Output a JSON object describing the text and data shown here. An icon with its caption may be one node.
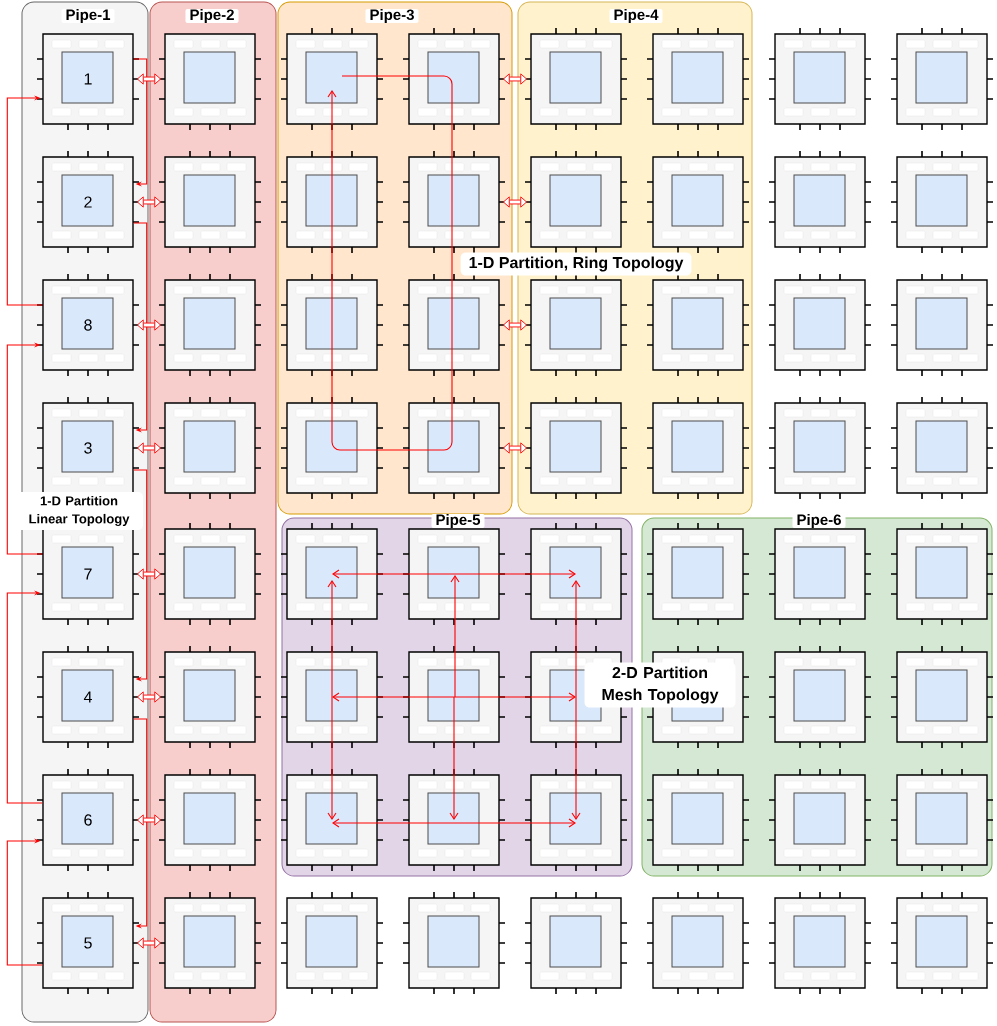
{
  "diagram": {
    "nodes": [
      {
        "text": [
          "Pipe-1"
        ]
      },
      {
        "text": [
          "Pipe-2"
        ]
      },
      {
        "text": [
          "Pipe-3"
        ]
      },
      {
        "text": [
          "Pipe-4"
        ]
      },
      {
        "text": [
          "Pipe-5"
        ]
      },
      {
        "text": [
          "Pipe-6"
        ]
      },
      {
        "text": [
          "1"
        ],
        "in": 0
      },
      {
        "text": [],
        "shape": "chip",
        "in": 1
      },
      {
        "text": [],
        "shape": "chip",
        "in": 2
      },
      {
        "text": [],
        "shape": "chip",
        "in": 2
      },
      {
        "text": [],
        "shape": "chip",
        "in": 3
      },
      {
        "text": [],
        "shape": "chip",
        "in": 3
      },
      {
        "text": [],
        "shape": "chip"
      },
      {
        "text": [],
        "shape": "chip"
      },
      {
        "text": [
          "2"
        ],
        "in": 0
      },
      {
        "text": [],
        "shape": "chip",
        "in": 1
      },
      {
        "text": [],
        "shape": "chip",
        "in": 2
      },
      {
        "text": [],
        "shape": "chip",
        "in": 2
      },
      {
        "text": [],
        "shape": "chip",
        "in": 3
      },
      {
        "text": [],
        "shape": "chip",
        "in": 3
      },
      {
        "text": [],
        "shape": "chip"
      },
      {
        "text": [],
        "shape": "chip"
      },
      {
        "text": [
          "8"
        ],
        "in": 0
      },
      {
        "text": [],
        "shape": "chip",
        "in": 1
      },
      {
        "text": [],
        "shape": "chip",
        "in": 2
      },
      {
        "text": [],
        "shape": "chip",
        "in": 2
      },
      {
        "text": [],
        "shape": "chip",
        "in": 3
      },
      {
        "text": [],
        "shape": "chip",
        "in": 3
      },
      {
        "text": [],
        "shape": "chip"
      },
      {
        "text": [],
        "shape": "chip"
      },
      {
        "text": [
          "3"
        ],
        "in": 0
      },
      {
        "text": [],
        "shape": "chip",
        "in": 1
      },
      {
        "text": [],
        "shape": "chip",
        "in": 2
      },
      {
        "text": [],
        "shape": "chip",
        "in": 2
      },
      {
        "text": [],
        "shape": "chip",
        "in": 3
      },
      {
        "text": [],
        "shape": "chip",
        "in": 3
      },
      {
        "text": [],
        "shape": "chip"
      },
      {
        "text": [],
        "shape": "chip"
      },
      {
        "text": [
          "7"
        ],
        "in": 0
      },
      {
        "text": [],
        "shape": "chip",
        "in": 1
      },
      {
        "text": [],
        "shape": "chip",
        "in": 4
      },
      {
        "text": [],
        "shape": "chip",
        "in": 4
      },
      {
        "text": [],
        "shape": "chip",
        "in": 4
      },
      {
        "text": [],
        "shape": "chip",
        "in": 5
      },
      {
        "text": [],
        "shape": "chip",
        "in": 5
      },
      {
        "text": [],
        "shape": "chip",
        "in": 5
      },
      {
        "text": [
          "4"
        ],
        "in": 0
      },
      {
        "text": [],
        "shape": "chip",
        "in": 1
      },
      {
        "text": [],
        "shape": "chip",
        "in": 4
      },
      {
        "text": [],
        "shape": "chip",
        "in": 4
      },
      {
        "text": [],
        "shape": "chip",
        "in": 4
      },
      {
        "text": [],
        "shape": "chip",
        "in": 5
      },
      {
        "text": [],
        "shape": "chip",
        "in": 5
      },
      {
        "text": [],
        "shape": "chip",
        "in": 5
      },
      {
        "text": [
          "6"
        ],
        "in": 0
      },
      {
        "text": [],
        "shape": "chip",
        "in": 1
      },
      {
        "text": [],
        "shape": "chip",
        "in": 4
      },
      {
        "text": [],
        "shape": "chip",
        "in": 4
      },
      {
        "text": [],
        "shape": "chip",
        "in": 4
      },
      {
        "text": [],
        "shape": "chip",
        "in": 5
      },
      {
        "text": [],
        "shape": "chip",
        "in": 5
      },
      {
        "text": [],
        "shape": "chip",
        "in": 5
      },
      {
        "text": [
          "5"
        ],
        "in": 0
      },
      {
        "text": [],
        "shape": "chip",
        "in": 1
      },
      {
        "text": [],
        "shape": "chip"
      },
      {
        "text": [],
        "shape": "chip"
      },
      {
        "text": [],
        "shape": "chip"
      },
      {
        "text": [],
        "shape": "chip"
      },
      {
        "text": [],
        "shape": "chip"
      },
      {
        "text": [],
        "shape": "chip"
      },
      {
        "text": [
          "1-D Partition Linear Topology"
        ],
        "in": 0
      },
      {
        "text": [
          "1-D Partition, Ring Topology"
        ]
      },
      {
        "text": [
          "2-D Partition Mesh Topology"
        ]
      }
    ],
    "edges": [
      {
        "from": 6,
        "to": 14,
        "arrow": "to"
      },
      {
        "from": 14,
        "to": 30,
        "arrow": "to"
      },
      {
        "from": 30,
        "to": 46,
        "arrow": "to"
      },
      {
        "from": 46,
        "to": 62,
        "arrow": "to"
      },
      {
        "from": 62,
        "to": 54,
        "arrow": "to"
      },
      {
        "from": 54,
        "to": 38,
        "arrow": "to"
      },
      {
        "from": 38,
        "to": 22,
        "arrow": "to"
      },
      {
        "from": 22,
        "to": 6,
        "arrow": "to"
      },
      {
        "from": 6,
        "to": 7,
        "arrow": "both",
        "style": "thick"
      },
      {
        "from": 14,
        "to": 15,
        "arrow": "both",
        "style": "thick"
      },
      {
        "from": 22,
        "to": 23,
        "arrow": "both",
        "style": "thick"
      },
      {
        "from": 30,
        "to": 31,
        "arrow": "both",
        "style": "thick"
      },
      {
        "from": 38,
        "to": 39,
        "arrow": "both",
        "style": "thick"
      },
      {
        "from": 46,
        "to": 47,
        "arrow": "both",
        "style": "thick"
      },
      {
        "from": 54,
        "to": 55,
        "arrow": "both",
        "style": "thick"
      },
      {
        "from": 62,
        "to": 63,
        "arrow": "both",
        "style": "thick"
      },
      {
        "from": 9,
        "to": 10,
        "arrow": "both",
        "style": "thick"
      },
      {
        "from": 17,
        "to": 18,
        "arrow": "both",
        "style": "thick"
      },
      {
        "from": 25,
        "to": 26,
        "arrow": "both",
        "style": "thick"
      },
      {
        "from": 33,
        "to": 34,
        "arrow": "both",
        "style": "thick"
      },
      {
        "from": 8,
        "to": 9,
        "arrow": "none"
      },
      {
        "from": 9,
        "to": 17,
        "arrow": "none"
      },
      {
        "from": 17,
        "to": 25,
        "arrow": "none"
      },
      {
        "from": 25,
        "to": 33,
        "arrow": "none"
      },
      {
        "from": 33,
        "to": 32,
        "arrow": "none"
      },
      {
        "from": 32,
        "to": 24,
        "arrow": "none"
      },
      {
        "from": 24,
        "to": 16,
        "arrow": "none"
      },
      {
        "from": 16,
        "to": 8,
        "arrow": "to"
      },
      {
        "from": 41,
        "to": 40,
        "arrow": "to"
      },
      {
        "from": 41,
        "to": 42,
        "arrow": "to"
      },
      {
        "from": 49,
        "to": 48,
        "arrow": "to"
      },
      {
        "from": 49,
        "to": 50,
        "arrow": "to"
      },
      {
        "from": 57,
        "to": 56,
        "arrow": "to"
      },
      {
        "from": 57,
        "to": 58,
        "arrow": "to"
      },
      {
        "from": 48,
        "to": 40,
        "arrow": "to"
      },
      {
        "from": 48,
        "to": 56,
        "arrow": "to"
      },
      {
        "from": 49,
        "to": 41,
        "arrow": "to"
      },
      {
        "from": 49,
        "to": 57,
        "arrow": "to"
      },
      {
        "from": 50,
        "to": 42,
        "arrow": "to"
      },
      {
        "from": 50,
        "to": 58,
        "arrow": "to"
      }
    ]
  }
}
